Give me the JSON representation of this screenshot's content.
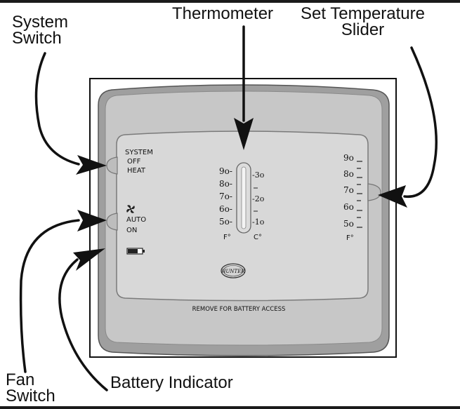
{
  "callouts": {
    "system_switch": [
      "System",
      "Switch"
    ],
    "thermometer": "Thermometer",
    "set_temperature_slider": [
      "Set Temperature",
      "Slider"
    ],
    "fan_switch": [
      "Fan",
      "Switch"
    ],
    "battery_indicator": "Battery Indicator"
  },
  "device": {
    "system_switch_labels": [
      "SYSTEM",
      "OFF",
      "HEAT"
    ],
    "fan_switch_labels": [
      "AUTO",
      "ON"
    ],
    "fan_icon": "fan-icon",
    "battery_icon": "battery-icon",
    "thermometer_f_scale": [
      "9o-",
      "8o-",
      "7o-",
      "6o-",
      "5o-"
    ],
    "thermometer_f_unit": "F°",
    "thermometer_c_scale": [
      "-3o",
      "-2o",
      "-1o"
    ],
    "thermometer_c_unit": "C°",
    "setpoint_scale": [
      "9o",
      "8o",
      "7o",
      "6o",
      "5o"
    ],
    "setpoint_unit": "F°",
    "logo": "HUNTER",
    "battery_access_text": "REMOVE FOR BATTERY ACCESS"
  },
  "colors": {
    "outer_shell": "#a6a6a6",
    "face_panel": "#c9c9c9",
    "inner_display": "#d7d7d7",
    "frame": "#111111"
  }
}
